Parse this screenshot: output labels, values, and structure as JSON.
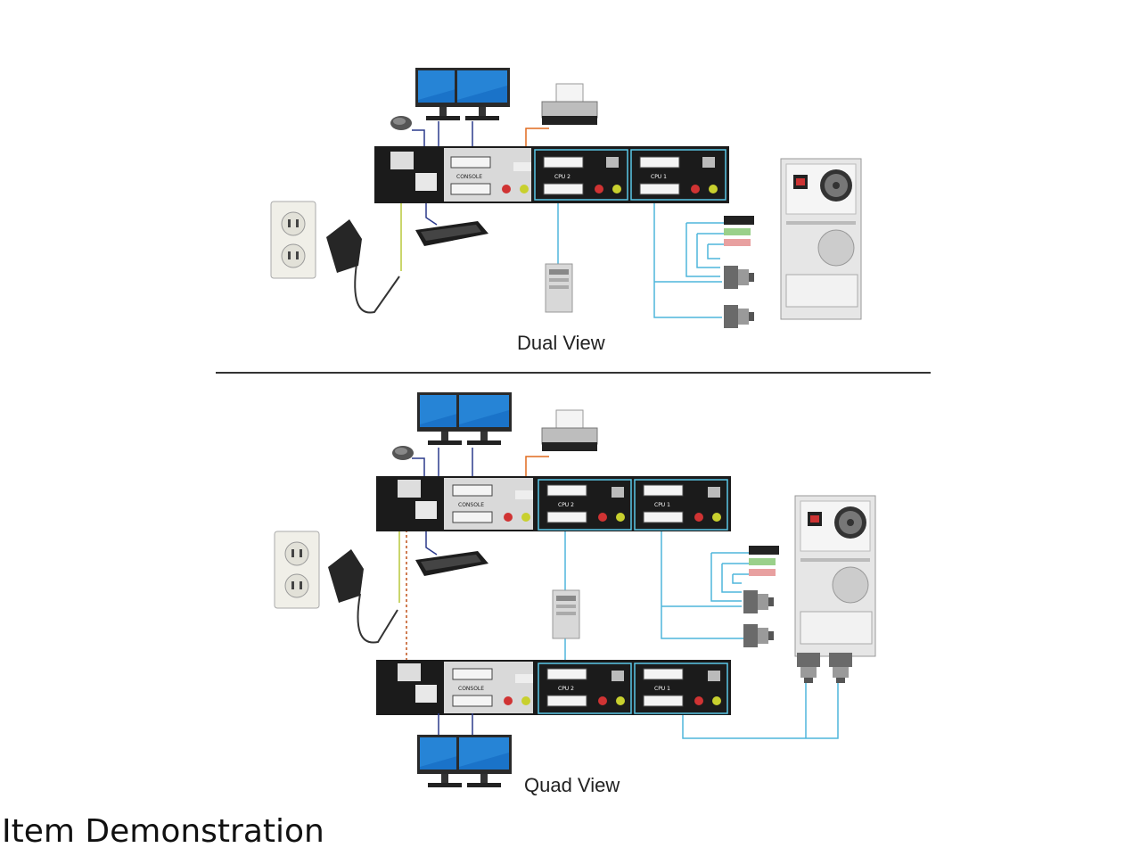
{
  "captions": {
    "dual": "Dual View",
    "quad": "Quad View"
  },
  "footer": {
    "title": "Item Demonstration"
  },
  "device_labels": {
    "console": "CONSOLE",
    "cpu1": "CPU 1",
    "cpu2": "CPU 2"
  },
  "colors": {
    "kvm_body": "#1b1b1b",
    "console_panel": "#d9d9d9",
    "port_frame": "#5bc8e8",
    "video_cable": "#4fb6dc",
    "usb_cable": "#2b3a8c",
    "printer_cable": "#e06a1f",
    "power_cable": "#b8c83a",
    "cascade_cable": "#c0521a",
    "monitor_screen": "#1a73c9"
  }
}
